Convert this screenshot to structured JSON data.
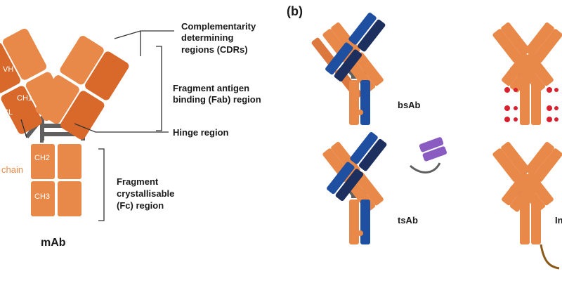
{
  "panel_b_label": "(b)",
  "colors": {
    "orange_light": "#E8894A",
    "orange_dark": "#D9692A",
    "blue": "#1F4FA0",
    "navy": "#1C2F5E",
    "purple": "#8A5CC2",
    "hinge": "#5F5F5F",
    "red": "#D8202E"
  },
  "mab": {
    "title": "mAb",
    "domains": {
      "vh": "VH",
      "ch1": "CH1",
      "cl": "CL",
      "ch2": "CH2",
      "ch3": "CH3"
    },
    "chain_label": "chain",
    "annotations": {
      "cdr": [
        "Complementarity",
        "determining",
        "regions (CDRs)"
      ],
      "fab": [
        "Fragment antigen",
        "binding (Fab) region"
      ],
      "hinge": "Hinge region",
      "fc": [
        "Fragment",
        "crystallisable",
        "(Fc) region"
      ]
    }
  },
  "formats": {
    "bsab": "bsAb",
    "tsab": "tsAb",
    "partial": "In"
  }
}
